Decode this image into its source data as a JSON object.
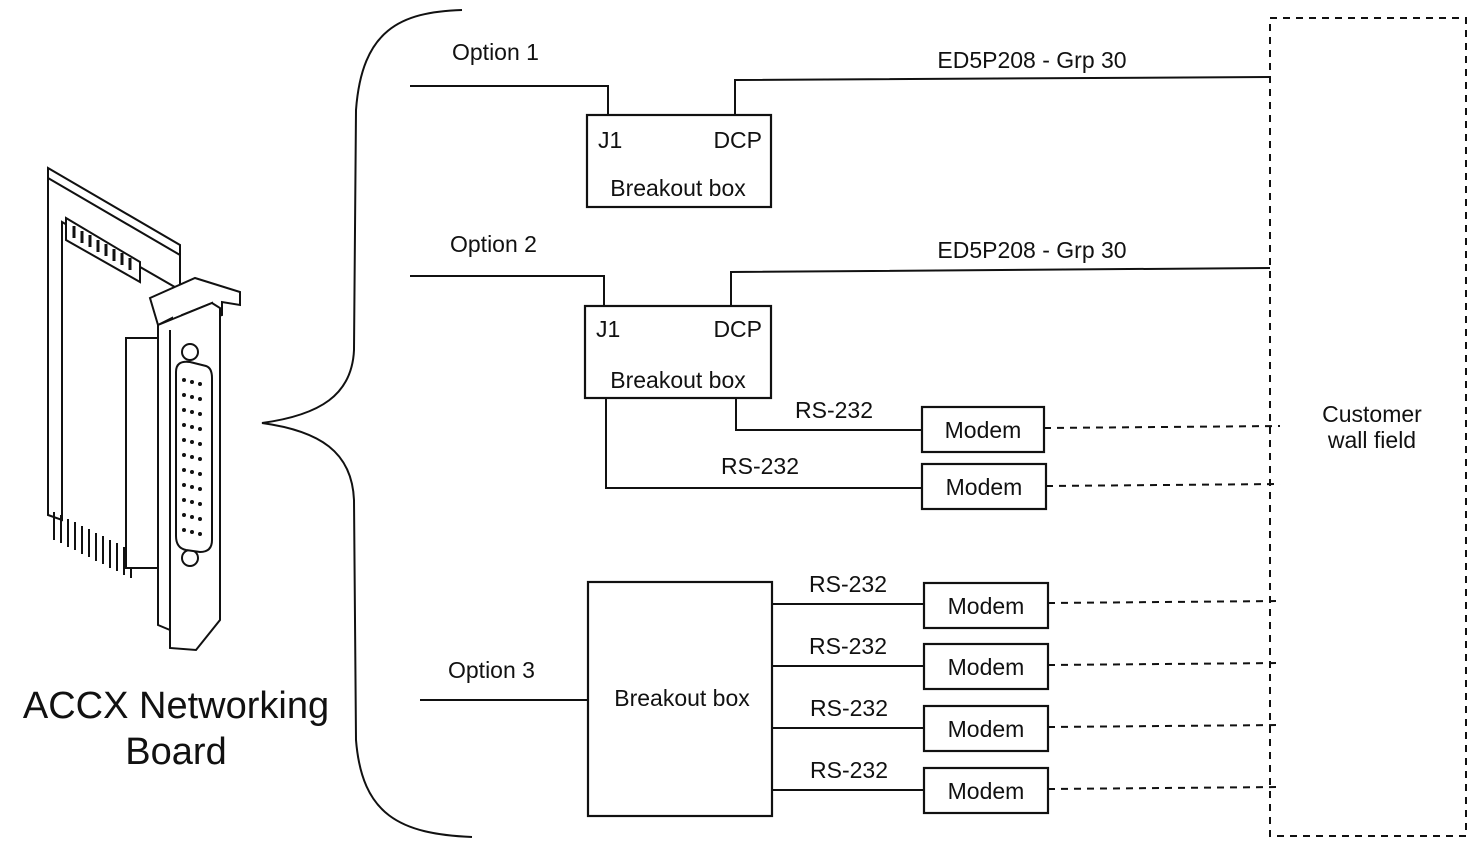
{
  "board": {
    "title_line1": "ACCX Networking",
    "title_line2": "Board"
  },
  "options": {
    "opt1": {
      "label": "Option 1",
      "cable": "ED5P208 - Grp 30",
      "box_port_left": "J1",
      "box_port_right": "DCP",
      "box_label": "Breakout box"
    },
    "opt2": {
      "label": "Option 2",
      "cable": "ED5P208 - Grp 30",
      "box_port_left": "J1",
      "box_port_right": "DCP",
      "box_label": "Breakout box",
      "links": [
        {
          "link": "RS-232",
          "device": "Modem"
        },
        {
          "link": "RS-232",
          "device": "Modem"
        }
      ]
    },
    "opt3": {
      "label": "Option 3",
      "box_label": "Breakout box",
      "links": [
        {
          "link": "RS-232",
          "device": "Modem"
        },
        {
          "link": "RS-232",
          "device": "Modem"
        },
        {
          "link": "RS-232",
          "device": "Modem"
        },
        {
          "link": "RS-232",
          "device": "Modem"
        }
      ]
    }
  },
  "wall": {
    "line1": "Customer",
    "line2": "wall field"
  }
}
